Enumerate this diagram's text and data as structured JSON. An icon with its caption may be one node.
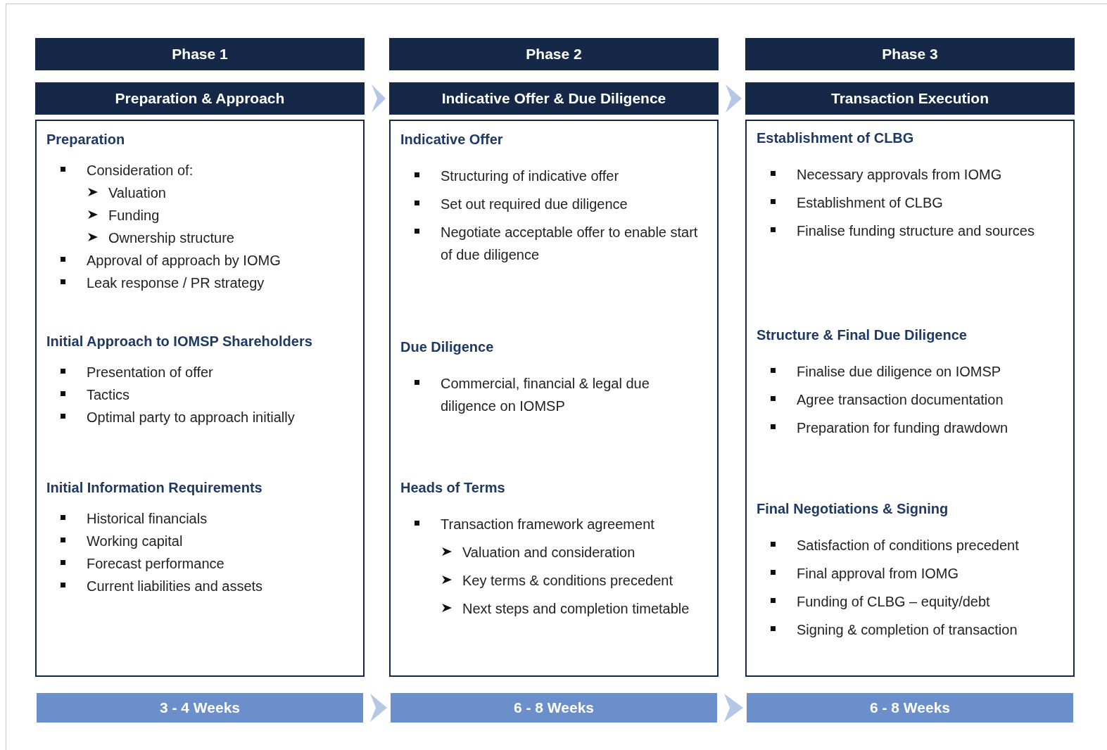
{
  "diagram": {
    "nodes": [
      {
        "text": [
          "Phase 1"
        ]
      },
      {
        "text": [
          "Phase 2"
        ]
      },
      {
        "text": [
          "Phase 3"
        ]
      },
      {
        "text": [
          "Preparation & Approach"
        ]
      },
      {
        "text": [
          "Indicative Offer & Due Diligence"
        ]
      },
      {
        "text": [
          "Transaction Execution"
        ]
      },
      {
        "text": [
          "Preparation",
          "Consideration of:",
          "Valuation",
          "Funding",
          "Ownership structure",
          "Approval of approach by IOMG",
          "Leak response / PR strategy",
          "Initial Approach to IOMSP Shareholders",
          "Presentation of offer",
          "Tactics",
          "Optimal party to approach initially",
          "Initial Information Requirements",
          "Historical financials",
          "Working capital",
          "Forecast performance",
          "Current liabilities and assets"
        ]
      },
      {
        "text": [
          "Indicative Offer",
          "Structuring of indicative offer",
          "Set out required due diligence",
          "Negotiate acceptable offer to enable start of due diligence",
          "Due Diligence",
          "Commercial, financial & legal due diligence on IOMSP",
          "Heads of Terms",
          "Transaction framework agreement",
          "Valuation and consideration",
          "Key terms & conditions precedent",
          "Next steps and completion timetable"
        ]
      },
      {
        "text": [
          "Establishment of CLBG",
          "Necessary approvals from IOMG",
          "Establishment of CLBG",
          "Finalise funding structure and sources",
          "Structure & Final Due Diligence",
          "Finalise due diligence on IOMSP",
          "Agree transaction documentation",
          "Preparation for funding drawdown",
          "Final Negotiations & Signing",
          "Satisfaction of conditions precedent",
          "Final approval from IOMG",
          "Funding of CLBG – equity/debt",
          "Signing & completion of transaction"
        ]
      },
      {
        "text": [
          "3 - 4 Weeks"
        ]
      },
      {
        "text": [
          "6 - 8 Weeks"
        ]
      },
      {
        "text": [
          "6 - 8 Weeks"
        ]
      }
    ],
    "edges": [
      {
        "from": 3,
        "to": 4,
        "arrow": "to"
      },
      {
        "from": 4,
        "to": 5,
        "arrow": "to"
      },
      {
        "from": 9,
        "to": 10,
        "arrow": "to"
      },
      {
        "from": 10,
        "to": 11,
        "arrow": "to"
      }
    ]
  }
}
